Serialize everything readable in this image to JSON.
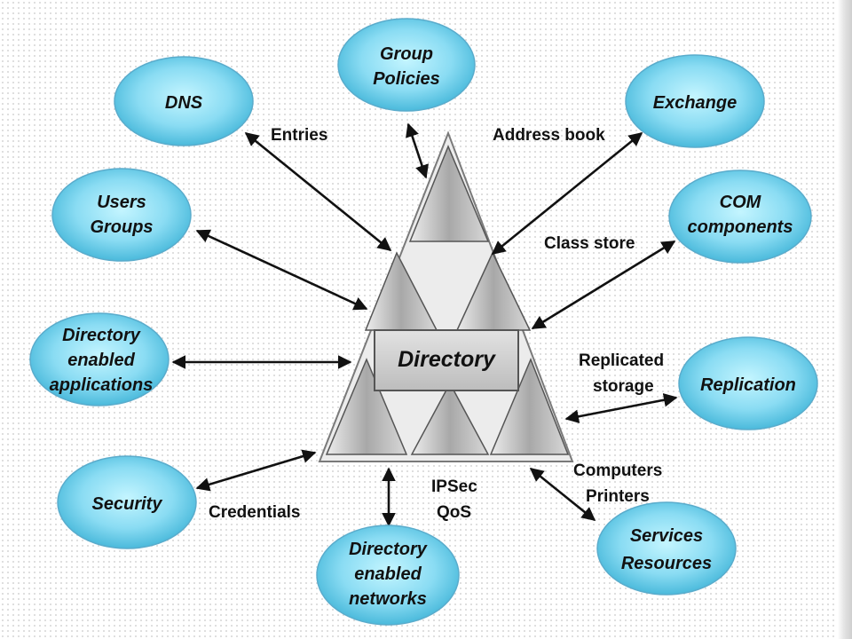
{
  "center": {
    "label": "Directory"
  },
  "nodes": {
    "group_policies": {
      "lines": [
        "Group",
        "Policies"
      ]
    },
    "dns": {
      "lines": [
        "DNS"
      ]
    },
    "exchange": {
      "lines": [
        "Exchange"
      ]
    },
    "users_groups": {
      "lines": [
        "Users",
        "Groups"
      ]
    },
    "com_components": {
      "lines": [
        "COM",
        "components"
      ]
    },
    "directory_enabled_applications": {
      "lines": [
        "Directory",
        "enabled",
        "applications"
      ]
    },
    "replication": {
      "lines": [
        "Replication"
      ]
    },
    "security": {
      "lines": [
        "Security"
      ]
    },
    "directory_enabled_networks": {
      "lines": [
        "Directory",
        "enabled",
        "networks"
      ]
    },
    "services_resources": {
      "lines": [
        "Services",
        "Resources"
      ]
    }
  },
  "edge_labels": {
    "entries": "Entries",
    "address_book": "Address book",
    "class_store": "Class store",
    "replicated_storage": [
      "Replicated",
      "storage"
    ],
    "credentials": "Credentials",
    "ipsec_qos": [
      "IPSec",
      "QoS"
    ],
    "computers_printers": [
      "Computers",
      "Printers"
    ]
  },
  "colors": {
    "ellipse_fill_center": "#a8ecfb",
    "ellipse_fill_edge": "#3fb6d9",
    "ellipse_stroke": "#5aaccc",
    "triangle_fill": "#d2d2d2",
    "triangle_shade": "#a9a9a9",
    "box_fill": "#cfcfcf"
  }
}
